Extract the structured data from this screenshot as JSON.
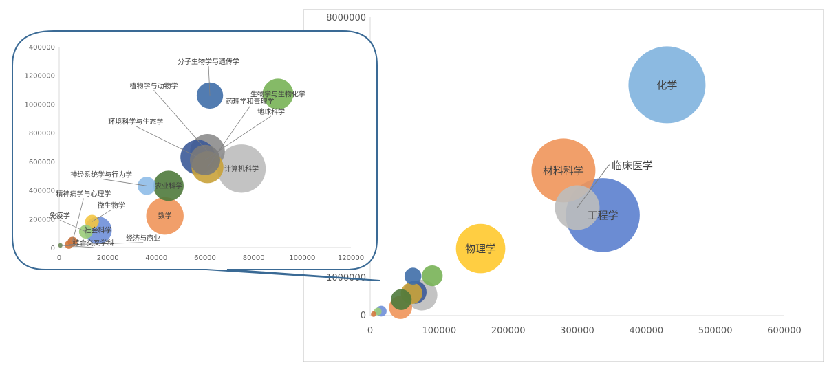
{
  "chart_data": [
    {
      "type": "bubble",
      "panel": "main",
      "xlim": [
        0,
        600000
      ],
      "ylim": [
        0,
        8000000
      ],
      "x_ticks": [
        "0",
        "100000",
        "200000",
        "300000",
        "400000",
        "500000",
        "600000"
      ],
      "y_ticks": [
        "0",
        "1000000",
        "8000000"
      ],
      "grid": false,
      "points": [
        {
          "label": "化学",
          "x": 430000,
          "y": 6200000,
          "size": 1.0,
          "color": "#7fb2de"
        },
        {
          "label": "材料科学",
          "x": 280000,
          "y": 3900000,
          "size": 0.83,
          "color": "#f0955a"
        },
        {
          "label": "临床医学",
          "x": 300000,
          "y": 2900000,
          "size": 0.58,
          "color": "#bdbdbd",
          "callout": true
        },
        {
          "label": "工程学",
          "x": 337000,
          "y": 2700000,
          "size": 0.96,
          "color": "#5b7fce"
        },
        {
          "label": "物理学",
          "x": 160000,
          "y": 1800000,
          "size": 0.64,
          "color": "#ffc92e"
        },
        {
          "label": "",
          "x": 90000,
          "y": 1070000,
          "size": 0.27,
          "color": "#78b356"
        },
        {
          "label": "",
          "x": 62000,
          "y": 1060000,
          "size": 0.22,
          "color": "#3f6ea8"
        },
        {
          "label": "",
          "x": 65000,
          "y": 630000,
          "size": 0.3,
          "color": "#3c5a98"
        },
        {
          "label": "",
          "x": 60000,
          "y": 600000,
          "size": 0.28,
          "color": "#c9a23a"
        },
        {
          "label": "",
          "x": 45000,
          "y": 430000,
          "size": 0.27,
          "color": "#4f7a3c"
        },
        {
          "label": "",
          "x": 44000,
          "y": 220000,
          "size": 0.3,
          "color": "#f0955a"
        },
        {
          "label": "",
          "x": 75000,
          "y": 550000,
          "size": 0.4,
          "color": "#bdbdbd"
        },
        {
          "label": "",
          "x": 16000,
          "y": 120000,
          "size": 0.14,
          "color": "#6f8fd8"
        },
        {
          "label": "",
          "x": 11000,
          "y": 110000,
          "size": 0.1,
          "color": "#9bcc7a"
        },
        {
          "label": "",
          "x": 5000,
          "y": 40000,
          "size": 0.07,
          "color": "#d2773c"
        }
      ]
    },
    {
      "type": "bubble",
      "panel": "inset",
      "xlim": [
        0,
        120000
      ],
      "ylim": [
        0,
        1400000
      ],
      "x_ticks": [
        "0",
        "20000",
        "40000",
        "60000",
        "80000",
        "100000",
        "120000"
      ],
      "y_ticks": [
        "0",
        "200000",
        "400000",
        "600000",
        "800000",
        "1000000",
        "1200000",
        "400000"
      ],
      "grid": false,
      "points": [
        {
          "label": "分子生物学与遗传学",
          "x": 62000,
          "y": 1060000,
          "size": 0.48,
          "color": "#3f6ea8",
          "callout": true
        },
        {
          "label": "生物学与生物化学",
          "x": 90000,
          "y": 1070000,
          "size": 0.56,
          "color": "#78b356"
        },
        {
          "label": "植物学与动物学",
          "x": 61000,
          "y": 670000,
          "size": 0.63,
          "color": "#8c8c8c",
          "callout": true
        },
        {
          "label": "药理学和毒理学",
          "x": 61000,
          "y": 560000,
          "size": 0.58,
          "color": "#c9a23a",
          "callout": true
        },
        {
          "label": "地球科学",
          "x": 60000,
          "y": 610000,
          "size": 0.55,
          "color": "#7a7a7a",
          "callout": true
        },
        {
          "label": "环境科学与生态学",
          "x": 57000,
          "y": 630000,
          "size": 0.63,
          "color": "#3c5a98",
          "callout": true
        },
        {
          "label": "计算机科学",
          "x": 75000,
          "y": 550000,
          "size": 0.88,
          "color": "#bdbdbd"
        },
        {
          "label": "神经系统学与行为学",
          "x": 36000,
          "y": 430000,
          "size": 0.33,
          "color": "#8fbde8",
          "callout": true
        },
        {
          "label": "农业科学",
          "x": 45000,
          "y": 430000,
          "size": 0.55,
          "color": "#4f7a3c"
        },
        {
          "label": "数学",
          "x": 43500,
          "y": 220000,
          "size": 0.68,
          "color": "#f0955a"
        },
        {
          "label": "微生物学",
          "x": 13500,
          "y": 180000,
          "size": 0.25,
          "color": "#f4c542",
          "callout": true
        },
        {
          "label": "社会科学",
          "x": 16000,
          "y": 120000,
          "size": 0.5,
          "color": "#6f8fd8"
        },
        {
          "label": "免疫学",
          "x": 11000,
          "y": 110000,
          "size": 0.25,
          "color": "#9bcc7a",
          "callout": true
        },
        {
          "label": "精神病学与心理学",
          "x": 5500,
          "y": 40000,
          "size": 0.18,
          "color": "#c2703a",
          "callout": true
        },
        {
          "label": "经济与商业",
          "x": 4000,
          "y": 20000,
          "size": 0.15,
          "color": "#d2773c",
          "callout": true
        },
        {
          "label": "综合交叉学科",
          "x": 500,
          "y": 15000,
          "size": 0.08,
          "color": "#6d8a5a",
          "callout": true
        }
      ]
    }
  ]
}
